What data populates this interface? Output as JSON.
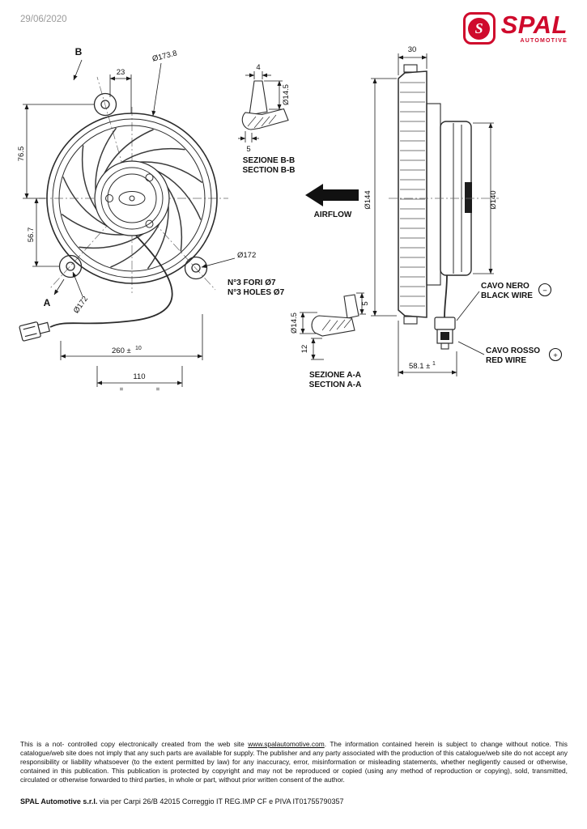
{
  "page": {
    "date": "29/06/2020"
  },
  "logo": {
    "s": "S",
    "brand": "SPAL",
    "subtitle": "AUTOMOTIVE",
    "color": "#cf0a2c"
  },
  "front_view": {
    "label_b": "B",
    "label_a": "A",
    "dim_23": "23",
    "dim_d173": "Ø173.8",
    "dim_765": "76.5",
    "dim_567": "56.7",
    "dim_d172_left": "Ø172",
    "dim_d172_right": "Ø172",
    "holes_note_it": "N°3 FORI Ø7",
    "holes_note_en": "N°3 HOLES Ø7",
    "dim_260": "260 ±",
    "dim_260_tol": "10",
    "dim_110": "110",
    "eq_left": "=",
    "eq_right": "="
  },
  "section_bb": {
    "dim_4": "4",
    "dim_d145": "Ø14.5",
    "dim_5": "5",
    "title_it": "SEZIONE B-B",
    "title_en": "SECTION B-B"
  },
  "airflow": {
    "label": "AIRFLOW",
    "dim_d144": "Ø144"
  },
  "side_view": {
    "dim_30": "30",
    "dim_d140": "Ø140",
    "dim_581": "58.1 ±",
    "dim_581_tol": "1",
    "black_wire_it": "CAVO NERO",
    "black_wire_en": "BLACK WIRE",
    "black_wire_sign": "−",
    "red_wire_it": "CAVO ROSSO",
    "red_wire_en": "RED WIRE",
    "red_wire_sign": "+"
  },
  "section_aa": {
    "dim_d145": "Ø14.5",
    "dim_5": "5",
    "dim_12": "12",
    "title_it": "SEZIONE A-A",
    "title_en": "SECTION A-A"
  },
  "footer": {
    "disclaimer_pre": "This is a not- controlled copy electronically created from the web site ",
    "link": "www.spalautomotive.com",
    "disclaimer_post": ". The information contained herein is subject to change without notice. This catalogue/web site does not imply that any such parts are available for supply. The publisher and any party associated with the production of this catalogue/web site do not accept any responsibility or liability whatsoever (to the extent permitted by law) for any inaccuracy, error, misinformation or misleading statements, whether negligently caused or otherwise, contained in this publication. This publication is protected by copyright and may not be reproduced or copied (using any method of reproduction or copying), sold, transmitted, circulated or otherwise forwarded to third parties, in whole or part, without prior written consent of the author.",
    "company": "SPAL Automotive s.r.l.",
    "company_rest": " via per Carpi 26/B 42015 Correggio IT  REG.IMP CF e PIVA  IT01755790357"
  }
}
